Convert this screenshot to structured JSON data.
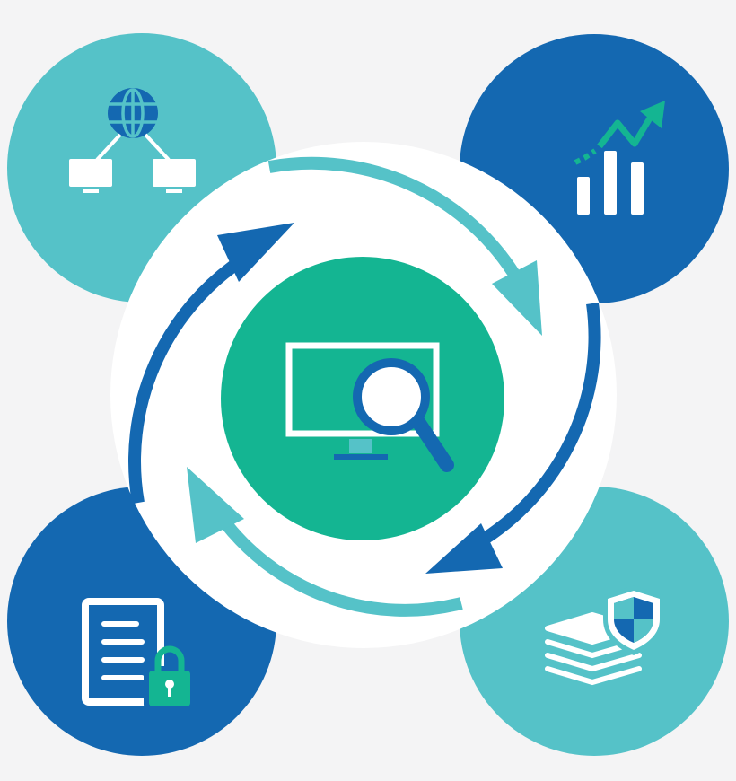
{
  "colors": {
    "background": "#f4f4f5",
    "teal": "#55c2c8",
    "blue": "#1468b1",
    "green": "#14b592",
    "white": "#ffffff"
  },
  "nodes": [
    {
      "id": "network",
      "icon": "network-globe-icon",
      "color": "teal"
    },
    {
      "id": "analytics",
      "icon": "growth-chart-icon",
      "color": "blue"
    },
    {
      "id": "documents",
      "icon": "locked-document-icon",
      "color": "blue"
    },
    {
      "id": "data",
      "icon": "shielded-stack-icon",
      "color": "teal"
    },
    {
      "id": "center",
      "icon": "monitor-magnifier-icon",
      "color": "green"
    }
  ],
  "cycle": [
    {
      "from": "top",
      "to": "right",
      "color": "teal"
    },
    {
      "from": "right",
      "to": "bottom",
      "color": "blue"
    },
    {
      "from": "bottom",
      "to": "left",
      "color": "teal"
    },
    {
      "from": "left",
      "to": "top",
      "color": "blue"
    }
  ]
}
